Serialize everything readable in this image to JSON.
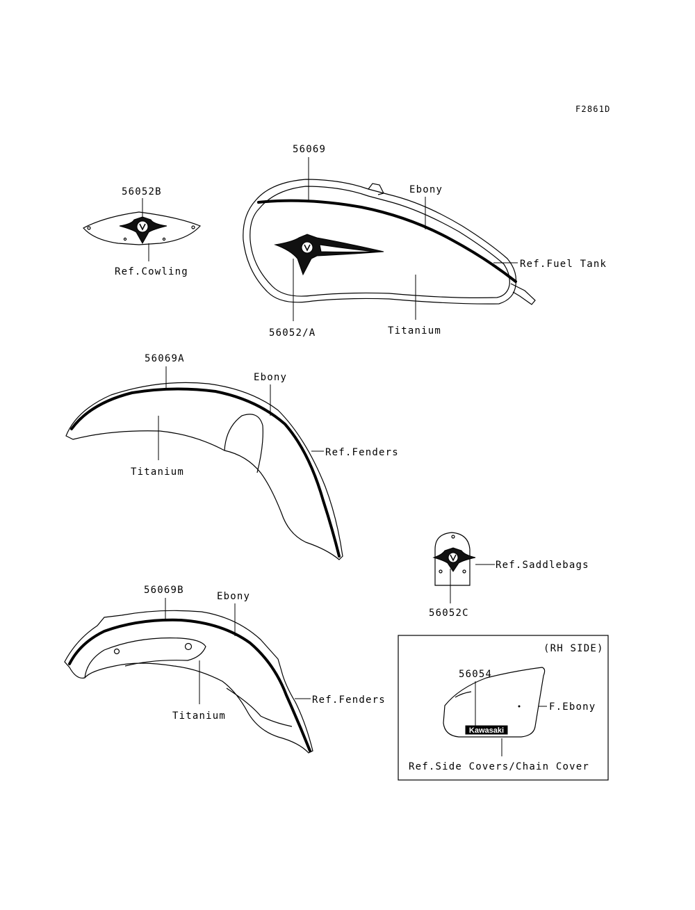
{
  "figure_code": "F2861D",
  "cowling": {
    "part": "56052B",
    "ref": "Ref.Cowling"
  },
  "fuel_tank": {
    "part_stripe": "56069",
    "part_emblem": "56052/A",
    "color_top": "Ebony",
    "color_body": "Titanium",
    "ref": "Ref.Fuel Tank"
  },
  "front_fender": {
    "part": "56069A",
    "color_top": "Ebony",
    "color_body": "Titanium",
    "ref": "Ref.Fenders"
  },
  "rear_fender": {
    "part": "56069B",
    "color_top": "Ebony",
    "color_body": "Titanium",
    "ref": "Ref.Fenders"
  },
  "saddlebag": {
    "part": "56052C",
    "ref": "Ref.Saddlebags"
  },
  "side_cover": {
    "side": "(RH SIDE)",
    "part": "56054",
    "color": "F.Ebony",
    "logo_text": "Kawasaki",
    "ref": "Ref.Side Covers/Chain Cover"
  }
}
